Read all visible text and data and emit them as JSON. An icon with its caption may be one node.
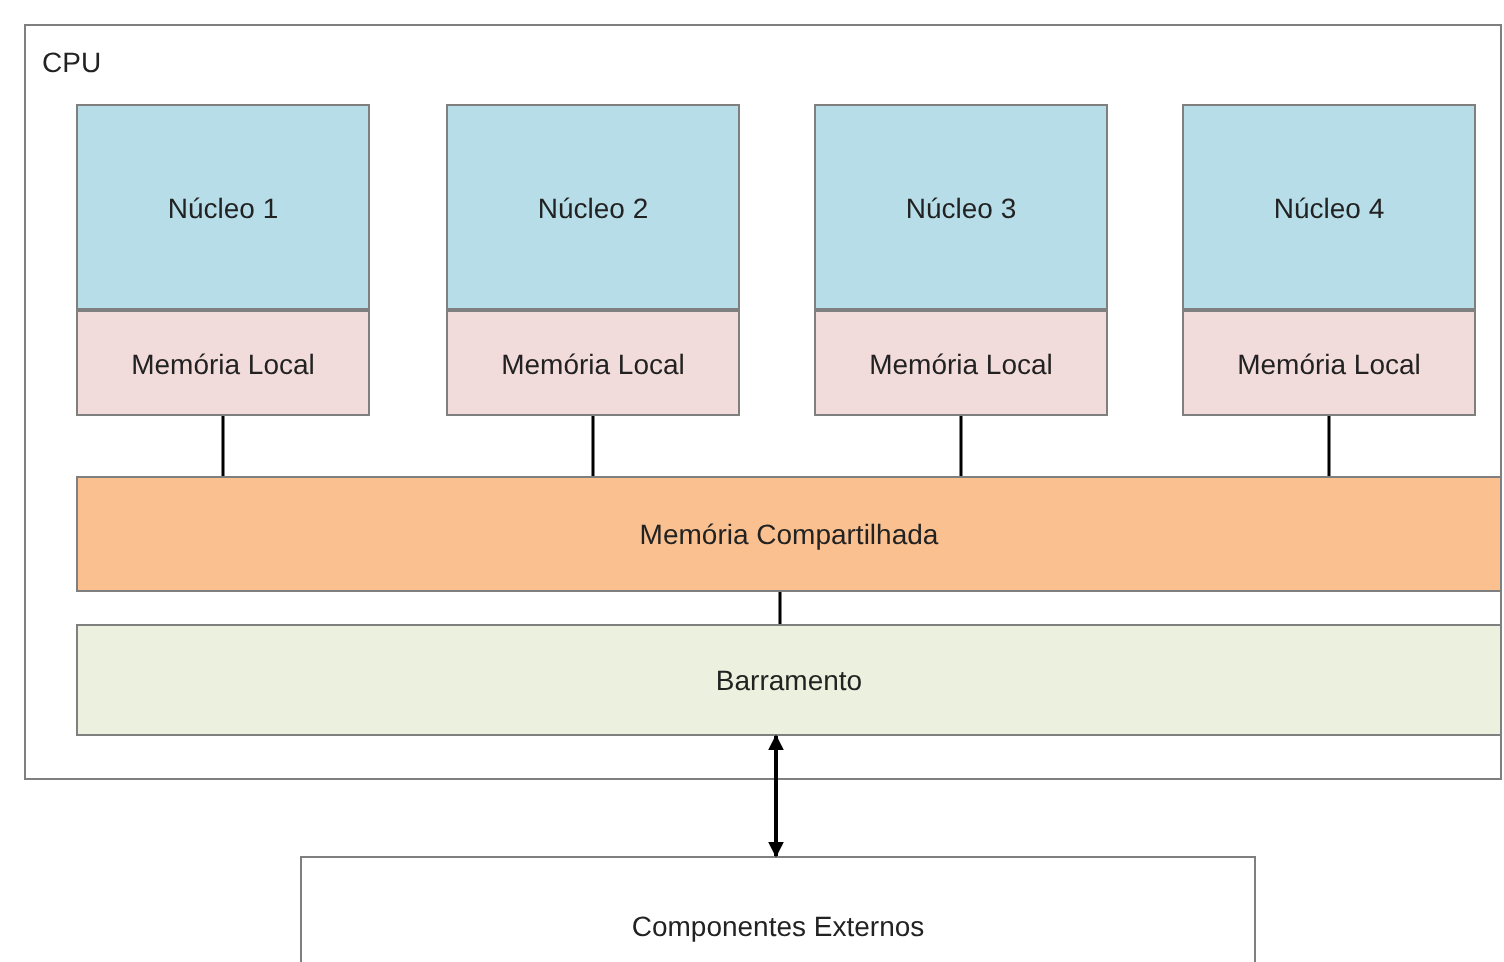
{
  "diagram": {
    "nodes": [
      {
        "text": [
          "CPU"
        ]
      },
      {
        "text": [
          "Núcleo 1"
        ],
        "in": 0
      },
      {
        "text": [
          "Memória Local"
        ],
        "in": 0
      },
      {
        "text": [
          "Núcleo 2"
        ],
        "in": 0
      },
      {
        "text": [
          "Memória Local"
        ],
        "in": 0
      },
      {
        "text": [
          "Núcleo 3"
        ],
        "in": 0
      },
      {
        "text": [
          "Memória Local"
        ],
        "in": 0
      },
      {
        "text": [
          "Núcleo 4"
        ],
        "in": 0
      },
      {
        "text": [
          "Memória Local"
        ],
        "in": 0
      },
      {
        "text": [
          "Memória Compartilhada"
        ],
        "in": 0
      },
      {
        "text": [
          "Barramento"
        ],
        "in": 0
      },
      {
        "text": [
          "Componentes Externos"
        ]
      }
    ],
    "edges": [
      {
        "from": 2,
        "to": 9,
        "arrow": "none"
      },
      {
        "from": 4,
        "to": 9,
        "arrow": "none"
      },
      {
        "from": 6,
        "to": 9,
        "arrow": "none"
      },
      {
        "from": 8,
        "to": 9,
        "arrow": "none"
      },
      {
        "from": 9,
        "to": 10,
        "arrow": "none"
      },
      {
        "from": 10,
        "to": 11,
        "arrow": "both"
      }
    ]
  }
}
